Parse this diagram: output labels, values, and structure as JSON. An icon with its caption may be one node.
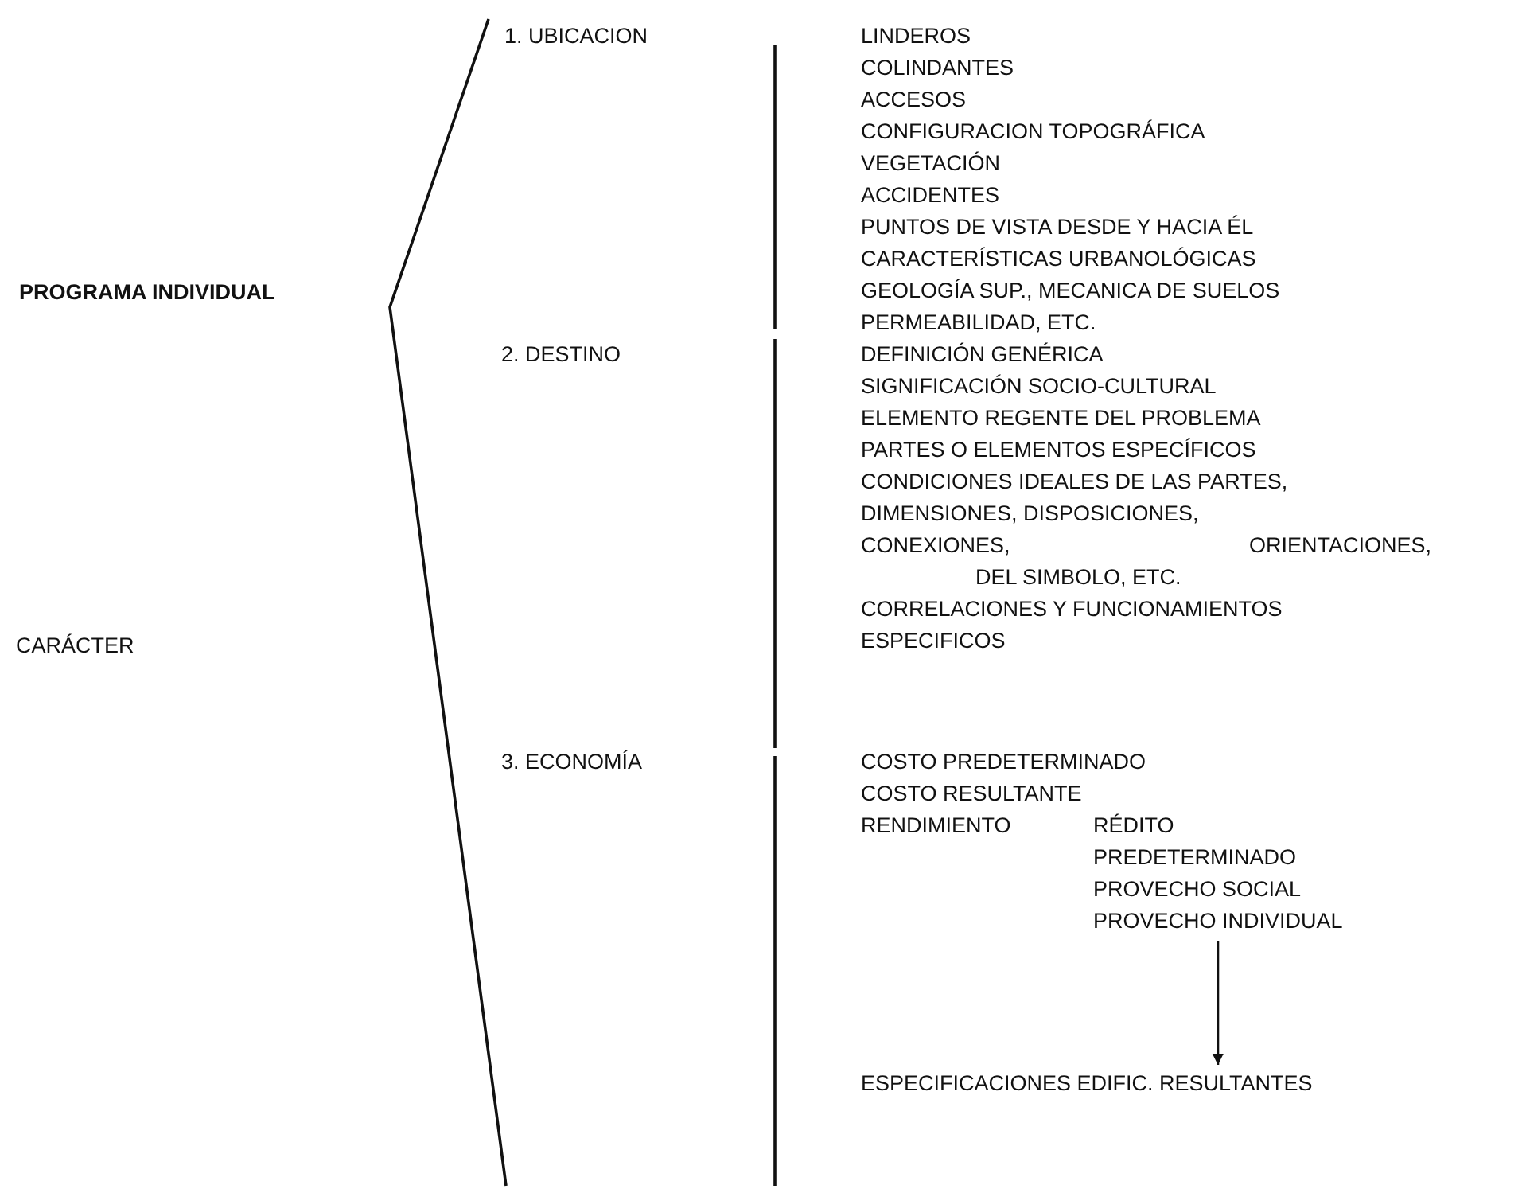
{
  "diagram": {
    "nodes": [
      {
        "text": [
          "PROVECHO INDIVIDUAL"
        ]
      },
      {
        "text": [
          "ESPECIFICACIONES EDIFIC. RESULTANTES"
        ]
      }
    ],
    "edges": [
      {
        "from": 0,
        "to": 1,
        "arrow": "to"
      }
    ],
    "labels": [
      "PROGRAMA INDIVIDUAL",
      "1. UBICACION",
      "LINDEROS",
      "COLINDANTES",
      "ACCESOS",
      "CONFIGURACION TOPOGRÁFICA",
      "VEGETACIÓN",
      "ACCIDENTES",
      "PUNTOS DE VISTA DESDE Y HACIA ÉL",
      "CARACTERÍSTICAS URBANOLÓGICAS",
      "GEOLOGÍA SUP., MECANICA DE SUELOS",
      "PERMEABILIDAD, ETC.",
      "2. DESTINO",
      "DEFINICIÓN GENÉRICA",
      "SIGNIFICACIÓN SOCIO-CULTURAL",
      "ELEMENTO REGENTE DEL PROBLEMA",
      "PARTES O ELEMENTOS ESPECÍFICOS",
      "CONDICIONES IDEALES DE LAS PARTES,",
      "DIMENSIONES, DISPOSICIONES,",
      "CONEXIONES,",
      "ORIENTACIONES,",
      "DEL SIMBOLO, ETC.",
      "CORRELACIONES Y FUNCIONAMIENTOS",
      "CARÁCTER",
      "ESPECIFICOS",
      "3. ECONOMÍA",
      "COSTO PREDETERMINADO",
      "COSTO RESULTANTE",
      "RENDIMIENTO",
      "RÉDITO",
      "PREDETERMINADO",
      "PROVECHO SOCIAL"
    ]
  }
}
